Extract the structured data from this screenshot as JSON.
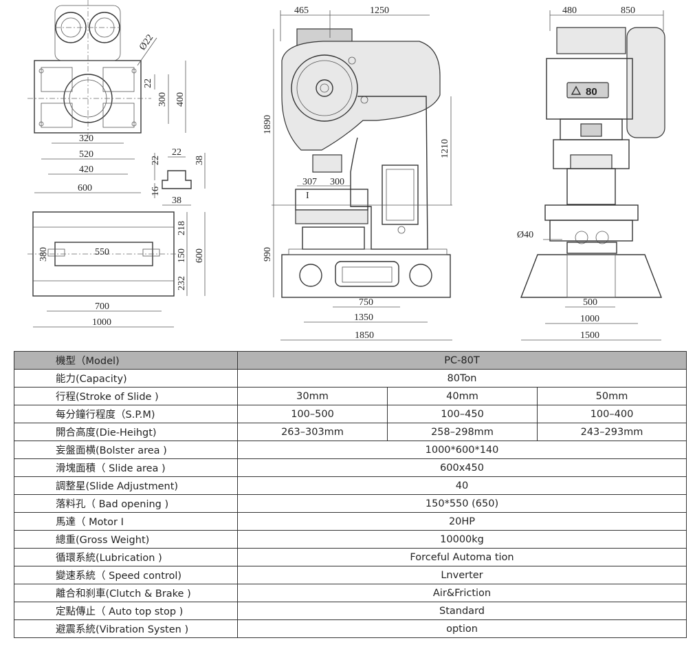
{
  "drawing": {
    "plan_view": {
      "hole_dia": "Ø22",
      "dim_22": "22",
      "dim_300": "300",
      "dim_400": "400",
      "dim_320": "320",
      "dim_520": "520",
      "dim_420": "420",
      "dim_600": "600"
    },
    "tslot": {
      "dim_22a": "22",
      "dim_22b": "22",
      "dim_38a": "38",
      "dim_16": "16",
      "dim_38b": "38"
    },
    "bolster": {
      "dim_550": "550",
      "dim_380": "380",
      "dim_218": "218",
      "dim_150": "150",
      "dim_232": "232",
      "dim_600": "600",
      "dim_700": "700",
      "dim_1000": "1000"
    },
    "side_view": {
      "dim_465": "465",
      "dim_1250": "1250",
      "dim_1890": "1890",
      "dim_1210": "1210",
      "dim_307": "307",
      "dim_300": "300",
      "mark_I": "I",
      "dim_990": "990",
      "dim_750": "750",
      "dim_1350": "1350",
      "dim_1850": "1850"
    },
    "front_view": {
      "dim_480": "480",
      "dim_850": "850",
      "badge": "80",
      "dia_40": "Ø40",
      "dim_500": "500",
      "dim_1000": "1000",
      "dim_1500": "1500"
    }
  },
  "spec_table": {
    "header": {
      "label": "機型（Model)",
      "value": "PC-80T"
    },
    "rows": [
      {
        "label": "能力(Capacity)",
        "values": [
          "80Ton"
        ]
      },
      {
        "label": "行程(Stroke of Slide )",
        "values": [
          "30mm",
          "40mm",
          "50mm"
        ]
      },
      {
        "label": "每分鐘行程度（S.P.M)",
        "values": [
          "100–500",
          "100–450",
          "100–400"
        ]
      },
      {
        "label": "開合高度(Die-Heihgt)",
        "values": [
          "263–303mm",
          "258–298mm",
          "243–293mm"
        ]
      },
      {
        "label": "妄盤面横(Bolster area )",
        "values": [
          "1000*600*140"
        ]
      },
      {
        "label": "滑塊面積（ Slide area )",
        "values": [
          "600x450"
        ]
      },
      {
        "label": "調整星(Slide Adjustment)",
        "values": [
          "40"
        ]
      },
      {
        "label": "落料孔（ Bad opening )",
        "values": [
          "150*550 (650)"
        ]
      },
      {
        "label": "馬達（ Motor I",
        "values": [
          "20HP"
        ]
      },
      {
        "label": "總重(Gross Weight)",
        "values": [
          "10000kg"
        ]
      },
      {
        "label": "循環系統(Lubrication )",
        "values": [
          "Forceful Automa tion"
        ]
      },
      {
        "label": "變速系統（ Speed control)",
        "values": [
          "Lnverter"
        ]
      },
      {
        "label": "離合和刹車(Clutch & Brake )",
        "values": [
          "Air&Friction"
        ]
      },
      {
        "label": "定點傳止（ Auto top stop )",
        "values": [
          "Standard"
        ]
      },
      {
        "label": "避震系統(Vibration Systen )",
        "values": [
          "option"
        ]
      }
    ]
  }
}
